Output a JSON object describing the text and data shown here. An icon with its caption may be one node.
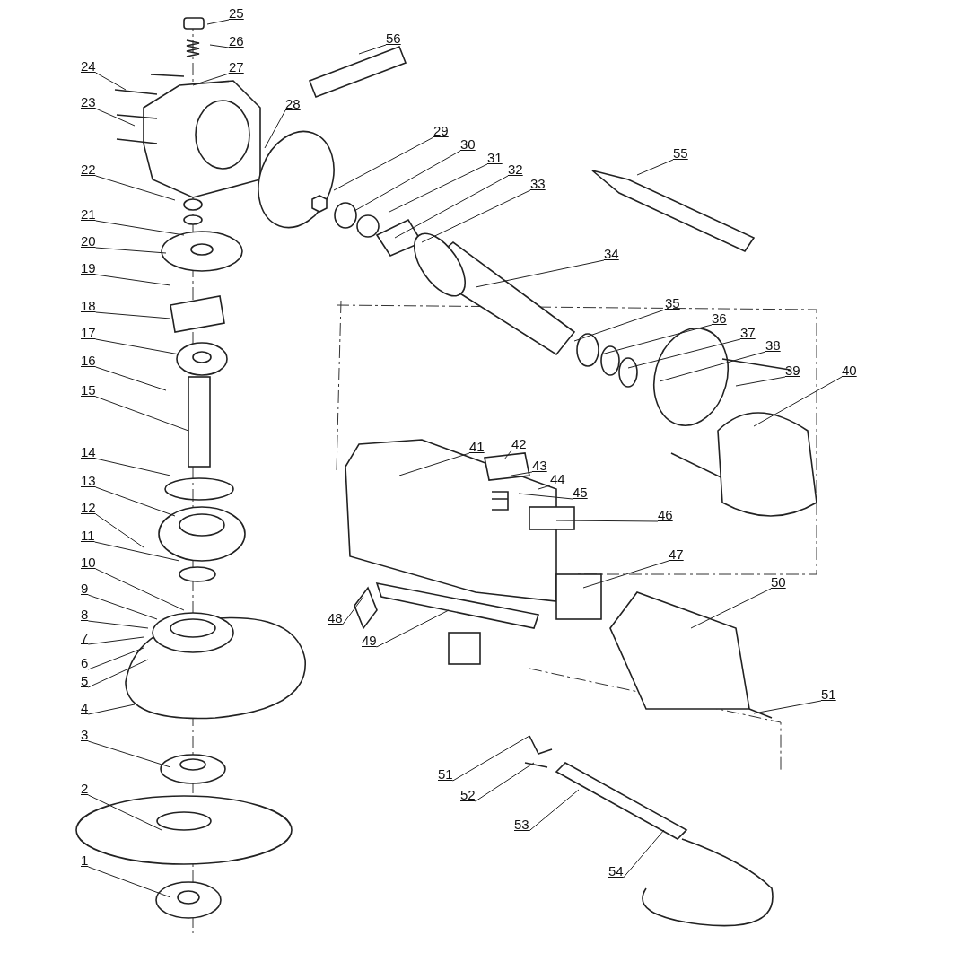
{
  "diagram": {
    "nodes": [
      {
        "text": [
          "1"
        ]
      },
      {
        "text": [
          "2"
        ]
      },
      {
        "text": [
          "3"
        ]
      },
      {
        "text": [
          "4"
        ]
      },
      {
        "text": [
          "5"
        ]
      },
      {
        "text": [
          "6"
        ]
      },
      {
        "text": [
          "7"
        ]
      },
      {
        "text": [
          "8"
        ]
      },
      {
        "text": [
          "9"
        ]
      },
      {
        "text": [
          "10"
        ]
      },
      {
        "text": [
          "11"
        ]
      },
      {
        "text": [
          "12"
        ]
      },
      {
        "text": [
          "13"
        ]
      },
      {
        "text": [
          "14"
        ]
      },
      {
        "text": [
          "15"
        ]
      },
      {
        "text": [
          "16"
        ]
      },
      {
        "text": [
          "17"
        ]
      },
      {
        "text": [
          "18"
        ]
      },
      {
        "text": [
          "19"
        ]
      },
      {
        "text": [
          "20"
        ]
      },
      {
        "text": [
          "21"
        ]
      },
      {
        "text": [
          "22"
        ]
      },
      {
        "text": [
          "23"
        ]
      },
      {
        "text": [
          "24"
        ]
      },
      {
        "text": [
          "25"
        ]
      },
      {
        "text": [
          "26"
        ]
      },
      {
        "text": [
          "27"
        ]
      },
      {
        "text": [
          "28"
        ]
      },
      {
        "text": [
          "29"
        ]
      },
      {
        "text": [
          "30"
        ]
      },
      {
        "text": [
          "31"
        ]
      },
      {
        "text": [
          "32"
        ]
      },
      {
        "text": [
          "33"
        ]
      },
      {
        "text": [
          "34"
        ]
      },
      {
        "text": [
          "35"
        ]
      },
      {
        "text": [
          "36"
        ]
      },
      {
        "text": [
          "37"
        ]
      },
      {
        "text": [
          "38"
        ]
      },
      {
        "text": [
          "39"
        ]
      },
      {
        "text": [
          "40"
        ]
      },
      {
        "text": [
          "41"
        ]
      },
      {
        "text": [
          "42"
        ]
      },
      {
        "text": [
          "43"
        ]
      },
      {
        "text": [
          "44"
        ]
      },
      {
        "text": [
          "45"
        ]
      },
      {
        "text": [
          "46"
        ]
      },
      {
        "text": [
          "47"
        ]
      },
      {
        "text": [
          "48"
        ]
      },
      {
        "text": [
          "49"
        ]
      },
      {
        "text": [
          "50"
        ]
      },
      {
        "text": [
          "51"
        ]
      },
      {
        "text": [
          "51"
        ]
      },
      {
        "text": [
          "52"
        ]
      },
      {
        "text": [
          "53"
        ]
      },
      {
        "text": [
          "54"
        ]
      },
      {
        "text": [
          "55"
        ]
      },
      {
        "text": [
          "56"
        ]
      }
    ],
    "edges": [
      {
        "from": 0,
        "to": null,
        "arrow": "none"
      },
      {
        "from": 1,
        "to": null,
        "arrow": "none"
      },
      {
        "from": 2,
        "to": null,
        "arrow": "none"
      },
      {
        "from": 3,
        "to": null,
        "arrow": "none"
      },
      {
        "from": 4,
        "to": null,
        "arrow": "none"
      },
      {
        "from": 5,
        "to": null,
        "arrow": "none"
      },
      {
        "from": 6,
        "to": null,
        "arrow": "none"
      },
      {
        "from": 7,
        "to": null,
        "arrow": "none"
      },
      {
        "from": 8,
        "to": null,
        "arrow": "none"
      },
      {
        "from": 9,
        "to": null,
        "arrow": "none"
      },
      {
        "from": 10,
        "to": null,
        "arrow": "none"
      },
      {
        "from": 11,
        "to": null,
        "arrow": "none"
      },
      {
        "from": 12,
        "to": null,
        "arrow": "none"
      },
      {
        "from": 13,
        "to": null,
        "arrow": "none"
      },
      {
        "from": 14,
        "to": null,
        "arrow": "none"
      },
      {
        "from": 15,
        "to": null,
        "arrow": "none"
      },
      {
        "from": 16,
        "to": null,
        "arrow": "none"
      },
      {
        "from": 17,
        "to": null,
        "arrow": "none"
      },
      {
        "from": 18,
        "to": null,
        "arrow": "none"
      },
      {
        "from": 19,
        "to": null,
        "arrow": "none"
      },
      {
        "from": 20,
        "to": null,
        "arrow": "none"
      },
      {
        "from": 21,
        "to": null,
        "arrow": "none"
      },
      {
        "from": 22,
        "to": null,
        "arrow": "none"
      },
      {
        "from": 23,
        "to": null,
        "arrow": "none"
      },
      {
        "from": 24,
        "to": null,
        "arrow": "none"
      },
      {
        "from": 25,
        "to": null,
        "arrow": "none"
      },
      {
        "from": 26,
        "to": null,
        "arrow": "none"
      },
      {
        "from": 27,
        "to": null,
        "arrow": "none"
      },
      {
        "from": 28,
        "to": null,
        "arrow": "none"
      },
      {
        "from": 29,
        "to": null,
        "arrow": "none"
      },
      {
        "from": 30,
        "to": null,
        "arrow": "none"
      },
      {
        "from": 31,
        "to": null,
        "arrow": "none"
      },
      {
        "from": 32,
        "to": null,
        "arrow": "none"
      },
      {
        "from": 33,
        "to": null,
        "arrow": "none"
      },
      {
        "from": 34,
        "to": null,
        "arrow": "none"
      },
      {
        "from": 35,
        "to": null,
        "arrow": "none"
      },
      {
        "from": 36,
        "to": null,
        "arrow": "none"
      },
      {
        "from": 37,
        "to": null,
        "arrow": "none"
      },
      {
        "from": 38,
        "to": null,
        "arrow": "none"
      },
      {
        "from": 39,
        "to": null,
        "arrow": "none"
      },
      {
        "from": 40,
        "to": null,
        "arrow": "none"
      },
      {
        "from": 41,
        "to": null,
        "arrow": "none"
      },
      {
        "from": 42,
        "to": null,
        "arrow": "none"
      },
      {
        "from": 43,
        "to": null,
        "arrow": "none"
      },
      {
        "from": 44,
        "to": null,
        "arrow": "none"
      },
      {
        "from": 45,
        "to": null,
        "arrow": "none"
      },
      {
        "from": 46,
        "to": null,
        "arrow": "none"
      },
      {
        "from": 47,
        "to": null,
        "arrow": "none"
      },
      {
        "from": 48,
        "to": null,
        "arrow": "none"
      },
      {
        "from": 49,
        "to": null,
        "arrow": "none"
      },
      {
        "from": 50,
        "to": null,
        "arrow": "none"
      },
      {
        "from": 51,
        "to": null,
        "arrow": "none"
      },
      {
        "from": 52,
        "to": null,
        "arrow": "none"
      },
      {
        "from": 53,
        "to": null,
        "arrow": "none"
      },
      {
        "from": 54,
        "to": null,
        "arrow": "none"
      },
      {
        "from": 55,
        "to": null,
        "arrow": "none"
      },
      {
        "from": 56,
        "to": null,
        "arrow": "none"
      }
    ]
  }
}
